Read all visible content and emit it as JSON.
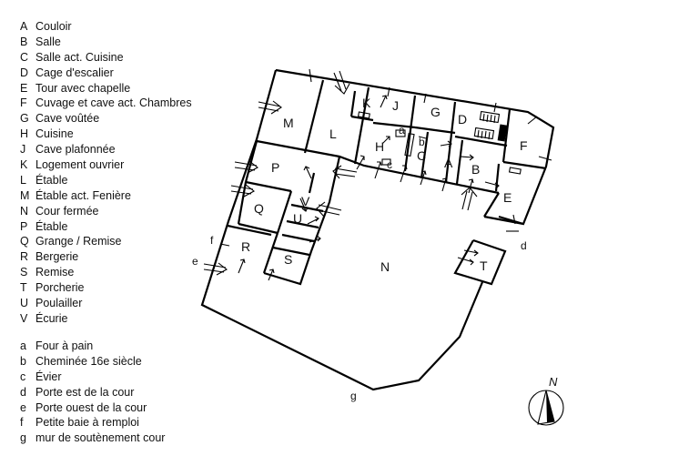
{
  "rooms_legend": [
    {
      "key": "A",
      "label": "Couloir"
    },
    {
      "key": "B",
      "label": "Salle"
    },
    {
      "key": "C",
      "label": "Salle act. Cuisine"
    },
    {
      "key": "D",
      "label": "Cage d'escalier"
    },
    {
      "key": "E",
      "label": "Tour avec chapelle"
    },
    {
      "key": "F",
      "label": "Cuvage et cave act. Chambres"
    },
    {
      "key": "G",
      "label": "Cave voûtée"
    },
    {
      "key": "H",
      "label": "Cuisine"
    },
    {
      "key": "J",
      "label": "Cave plafonnée"
    },
    {
      "key": "K",
      "label": "Logement ouvrier"
    },
    {
      "key": "L",
      "label": "Étable"
    },
    {
      "key": "M",
      "label": "Étable act. Fenière"
    },
    {
      "key": "N",
      "label": "Cour fermée"
    },
    {
      "key": "P",
      "label": "Étable"
    },
    {
      "key": "Q",
      "label": "Grange / Remise"
    },
    {
      "key": "R",
      "label": "Bergerie"
    },
    {
      "key": "S",
      "label": "Remise"
    },
    {
      "key": "T",
      "label": "Porcherie"
    },
    {
      "key": "U",
      "label": "Poulailler"
    },
    {
      "key": "V",
      "label": "Écurie"
    }
  ],
  "features_legend": [
    {
      "key": "a",
      "label": "Four à pain"
    },
    {
      "key": "b",
      "label": "Cheminée 16e siècle"
    },
    {
      "key": "c",
      "label": "Évier"
    },
    {
      "key": "d",
      "label": "Porte est de la cour"
    },
    {
      "key": "e",
      "label": "Porte ouest de la cour"
    },
    {
      "key": "f",
      "label": "Petite baie à remploi"
    },
    {
      "key": "g",
      "label": "mur de soutènement cour"
    }
  ],
  "plan": {
    "room_labels": [
      "A",
      "B",
      "C",
      "D",
      "E",
      "F",
      "G",
      "H",
      "J",
      "K",
      "L",
      "M",
      "N",
      "P",
      "Q",
      "R",
      "S",
      "T",
      "U",
      "V"
    ],
    "feature_labels": [
      "a",
      "b",
      "c",
      "d",
      "e",
      "f",
      "g"
    ]
  },
  "compass": {
    "north_label": "N"
  }
}
